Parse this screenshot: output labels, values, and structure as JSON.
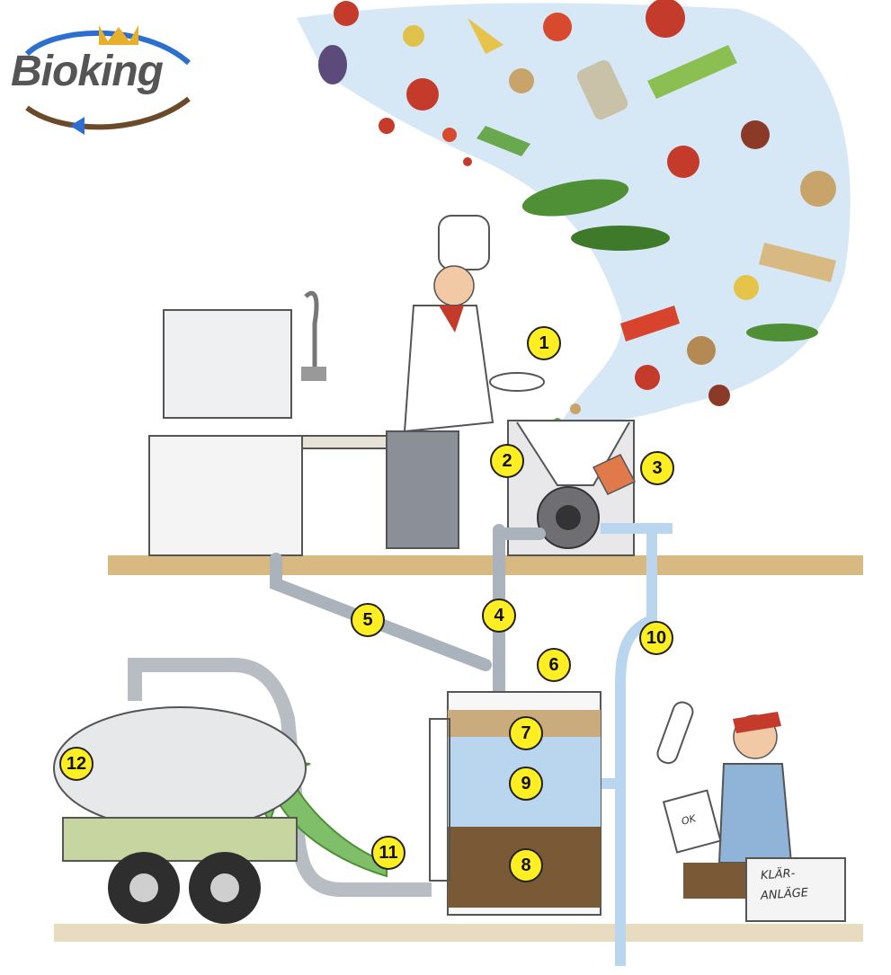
{
  "logo": {
    "text": "Bioking",
    "colors": {
      "text": "#555555",
      "crown": "#e8b02a",
      "arc_top": "#2c6fd1",
      "arc_bottom": "#6b4a2a"
    }
  },
  "markers": [
    {
      "id": "1",
      "label": "1"
    },
    {
      "id": "2",
      "label": "2"
    },
    {
      "id": "3",
      "label": "3"
    },
    {
      "id": "4",
      "label": "4"
    },
    {
      "id": "5",
      "label": "5"
    },
    {
      "id": "6",
      "label": "6"
    },
    {
      "id": "7",
      "label": "7"
    },
    {
      "id": "8",
      "label": "8"
    },
    {
      "id": "9",
      "label": "9"
    },
    {
      "id": "10",
      "label": "10"
    },
    {
      "id": "11",
      "label": "11"
    },
    {
      "id": "12",
      "label": "12"
    }
  ],
  "sign": {
    "line1": "KLÄR-",
    "line2": "ANLÄGE"
  },
  "clipboard_text": "OK",
  "colors": {
    "marker_fill": "#ffee22",
    "floor": "#d9b982",
    "water": "#b9d6ee",
    "pipe": "#c9cfd6",
    "sludge": "#7a5a36",
    "arrow": "#7fbf6a",
    "truck": "#c7d6a1"
  }
}
